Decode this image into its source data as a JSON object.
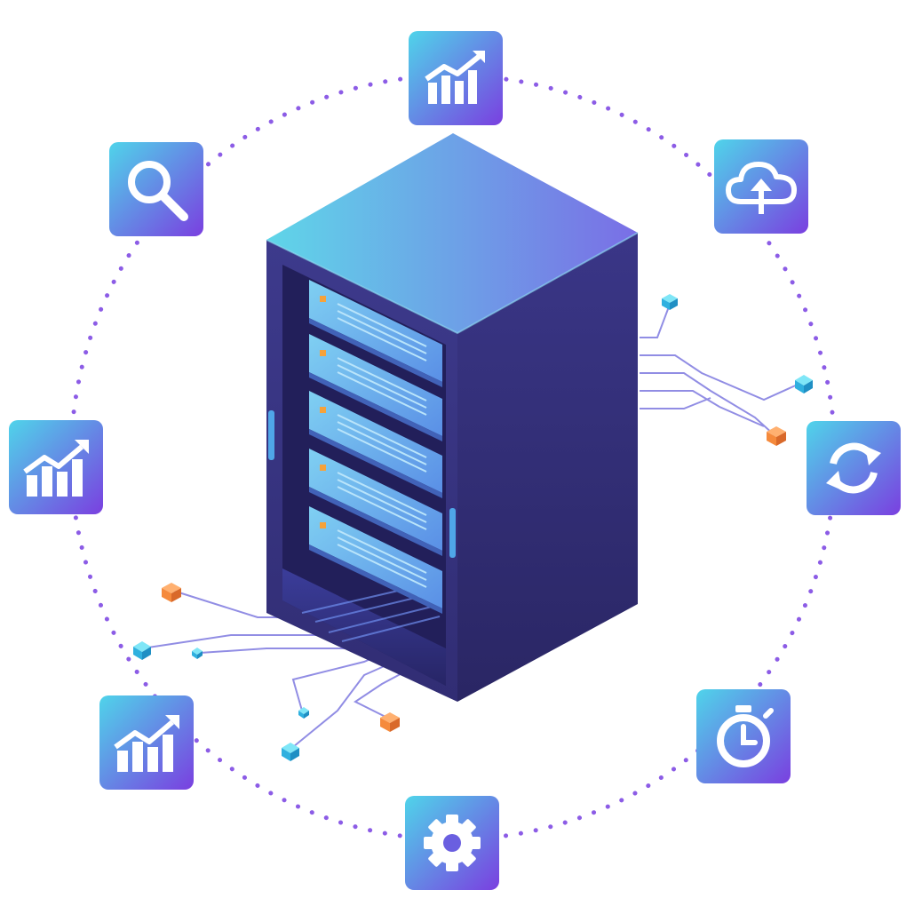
{
  "illustration": {
    "subject": "server-rack",
    "ring_style": "dotted",
    "node_icons": [
      "bar-chart-icon",
      "cloud-upload-icon",
      "sync-icon",
      "stopwatch-icon",
      "gear-icon",
      "trend-chart-icon",
      "trend-chart-icon",
      "search-icon"
    ],
    "server_units": 5
  },
  "colors": {
    "tile_top": "#4fd4ea",
    "tile_bottom": "#7a3fe0",
    "ring_dots": "#8c5ce6",
    "rack_side": "#2e2a6e",
    "rack_front": "#3a3786",
    "rack_top_left": "#5fd6e8",
    "rack_top_right": "#7a6ee6",
    "drive_face": "#6fb3f0",
    "drive_led": "#f6a23a",
    "wire": "#7e7ae0",
    "node_cyan": "#3cc8ec",
    "node_orange": "#f58a3c"
  }
}
